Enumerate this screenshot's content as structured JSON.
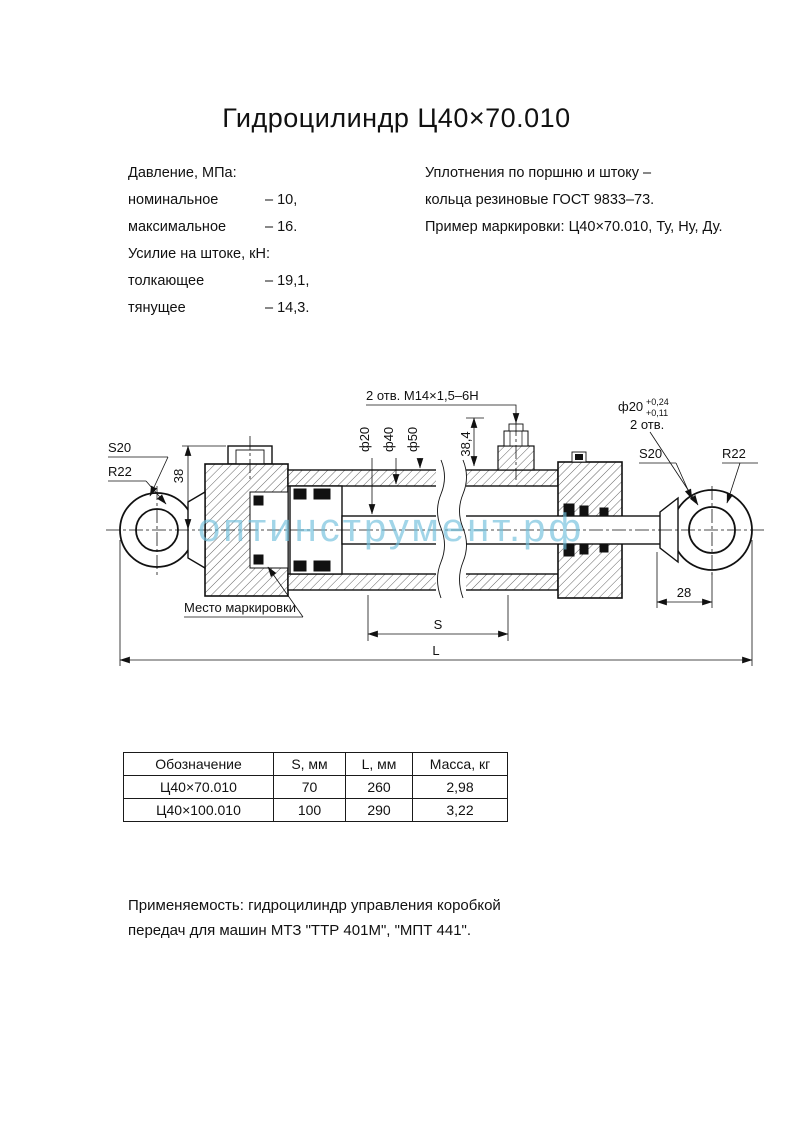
{
  "page": {
    "title": "Гидроцилиндр Ц40×70.010"
  },
  "specs": {
    "pressure_header": "Давление, МПа:",
    "pressure_rows": [
      {
        "label": "номинальное",
        "value": "– 10,"
      },
      {
        "label": "максимальное",
        "value": "– 16."
      }
    ],
    "force_header": "Усилие на штоке, кН:",
    "force_rows": [
      {
        "label": "толкающее",
        "value": "– 19,1,"
      },
      {
        "label": "тянущее",
        "value": "– 14,3."
      }
    ]
  },
  "notes": {
    "seal_line1": "Уплотнения по поршню и штоку –",
    "seal_line2": "кольца резиновые ГОСТ 9833–73.",
    "marking_example": "Пример маркировки: Ц40×70.010, Ту, Ну, Ду."
  },
  "drawing": {
    "watermark": "оптинструмент.рф",
    "labels": {
      "s20_left": "S20",
      "r22_left": "R22",
      "dim_38": "38",
      "holes_note": "2 отв. М14×1,5–6Н",
      "dia_20": "ф20",
      "dia_40": "ф40",
      "dia_50": "ф50",
      "dim_38_4": "38,4",
      "dia_20_tol": "ф20",
      "tol_upper": "+0,24",
      "tol_lower": "+0,11",
      "holes_2": "2 отв.",
      "s20_right": "S20",
      "r22_right": "R22",
      "marking_place": "Место маркировки",
      "dim_28": "28",
      "dim_S": "S",
      "dim_L": "L"
    }
  },
  "table": {
    "headers": [
      "Обозначение",
      "S, мм",
      "L, мм",
      "Масса, кг"
    ],
    "rows": [
      [
        "Ц40×70.010",
        "70",
        "260",
        "2,98"
      ],
      [
        "Ц40×100.010",
        "100",
        "290",
        "3,22"
      ]
    ]
  },
  "footer": {
    "line1": "Применяемость: гидроцилиндр управления коробкой",
    "line2": "передач для машин МТЗ \"ТТР 401М\", \"МПТ 441\"."
  }
}
